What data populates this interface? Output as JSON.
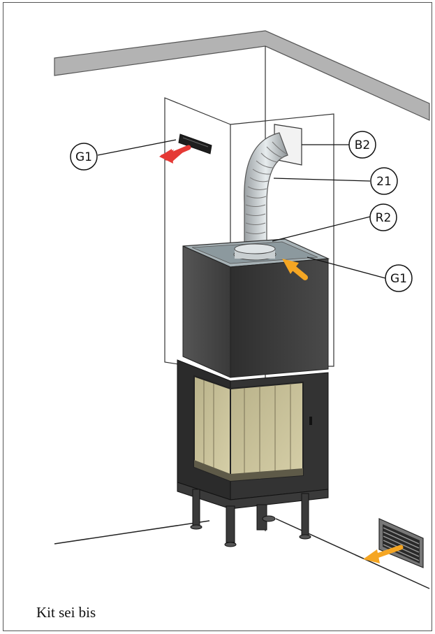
{
  "callouts": {
    "g1_left": "G1",
    "b2": "B2",
    "c21": "21",
    "r2": "R2",
    "g1_right": "G1"
  },
  "caption": "Kit sei bis",
  "colors": {
    "hot_air_arrow": "#e53935",
    "cold_air_arrow": "#f5a623",
    "stove_body": "#3a3a3a",
    "stove_top": "#9aa4a8",
    "glass": "#c9c29a"
  }
}
